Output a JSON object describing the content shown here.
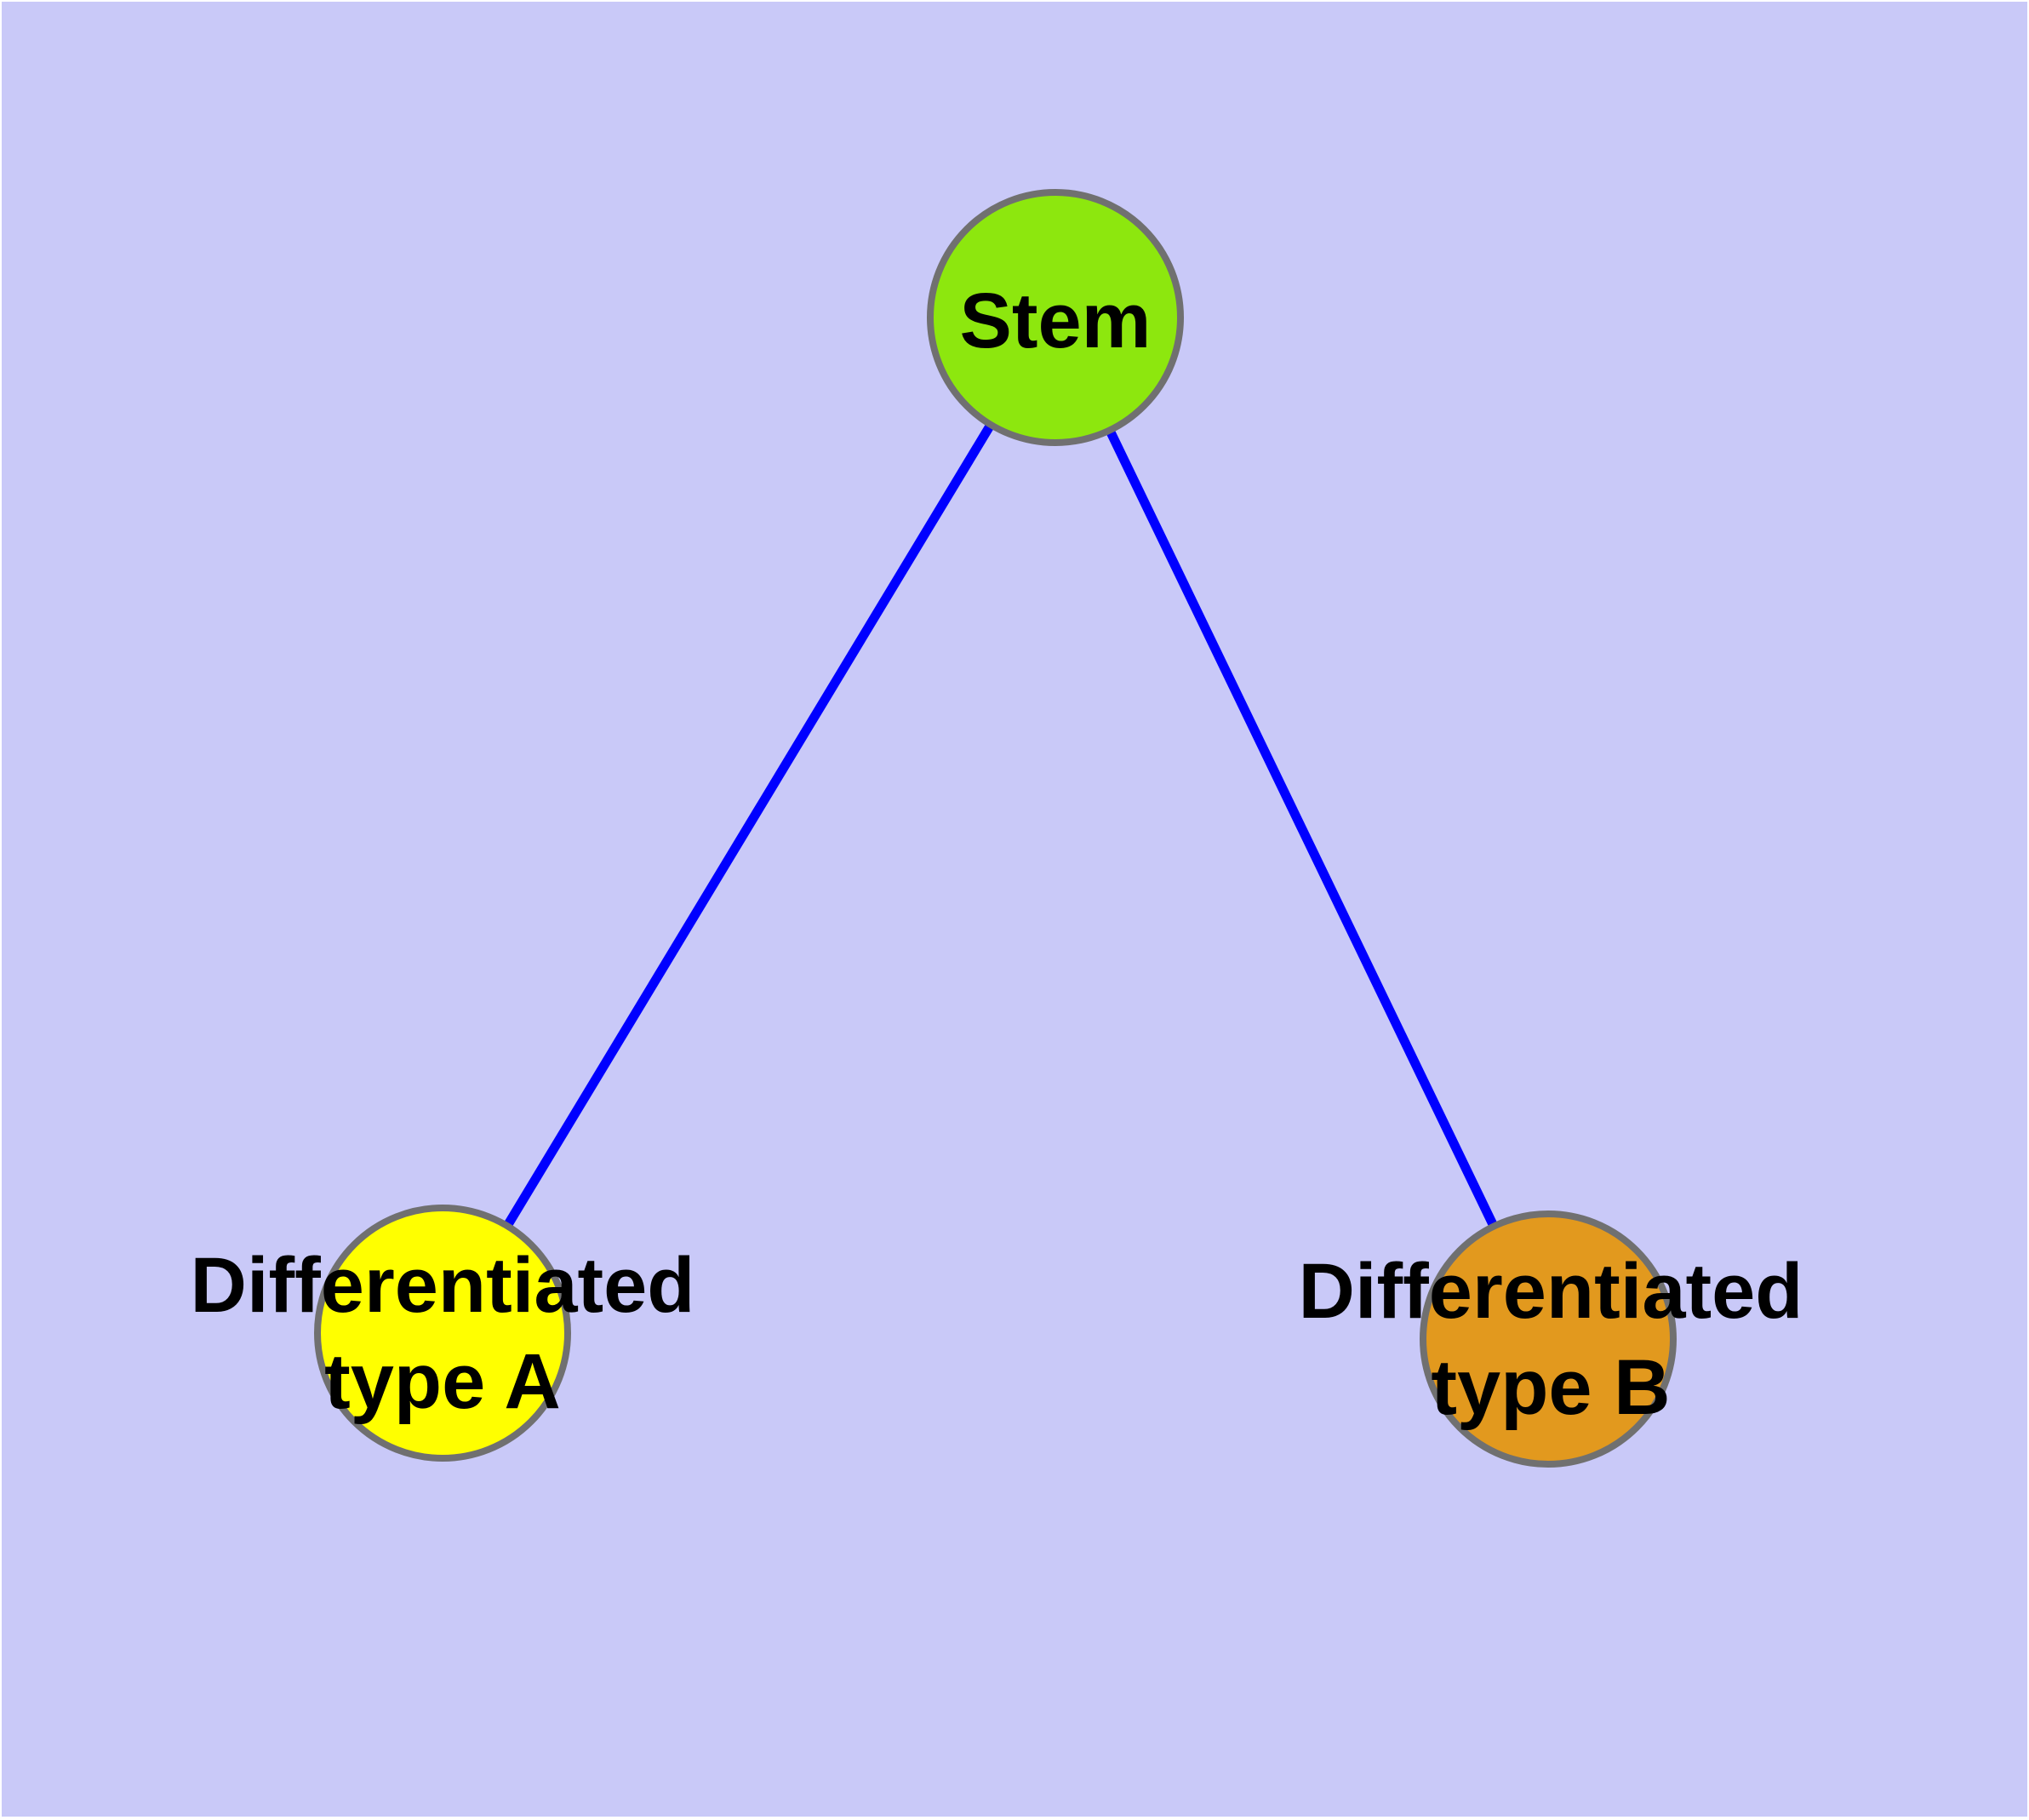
{
  "diagram": {
    "type": "node-link-graph",
    "description_nodes": [
      {
        "id": "stem",
        "label": "Stem"
      },
      {
        "id": "type_a",
        "label": "Differentiated type A"
      },
      {
        "id": "type_b",
        "label": "Differentiated type B"
      }
    ],
    "edges": [
      {
        "from": "Stem",
        "to": "Differentiated type A"
      },
      {
        "from": "Stem",
        "to": "Differentiated type B"
      }
    ]
  },
  "nodes": {
    "stem": {
      "label": "Stem"
    },
    "type_a": {
      "label_line1": "Differentiated",
      "label_line2": "type A"
    },
    "type_b": {
      "label_line1": "Differentiated",
      "label_line2": "type B"
    }
  },
  "colors": {
    "page_background": "#FFFFFF",
    "plot_background": "#C9C9F8",
    "edge": "#0000FF",
    "node_border": "#707070",
    "stem_fill": "#8DE70E",
    "type_a_fill": "#FFFF00",
    "type_b_fill": "#E2991E",
    "label_text": "#000000"
  }
}
